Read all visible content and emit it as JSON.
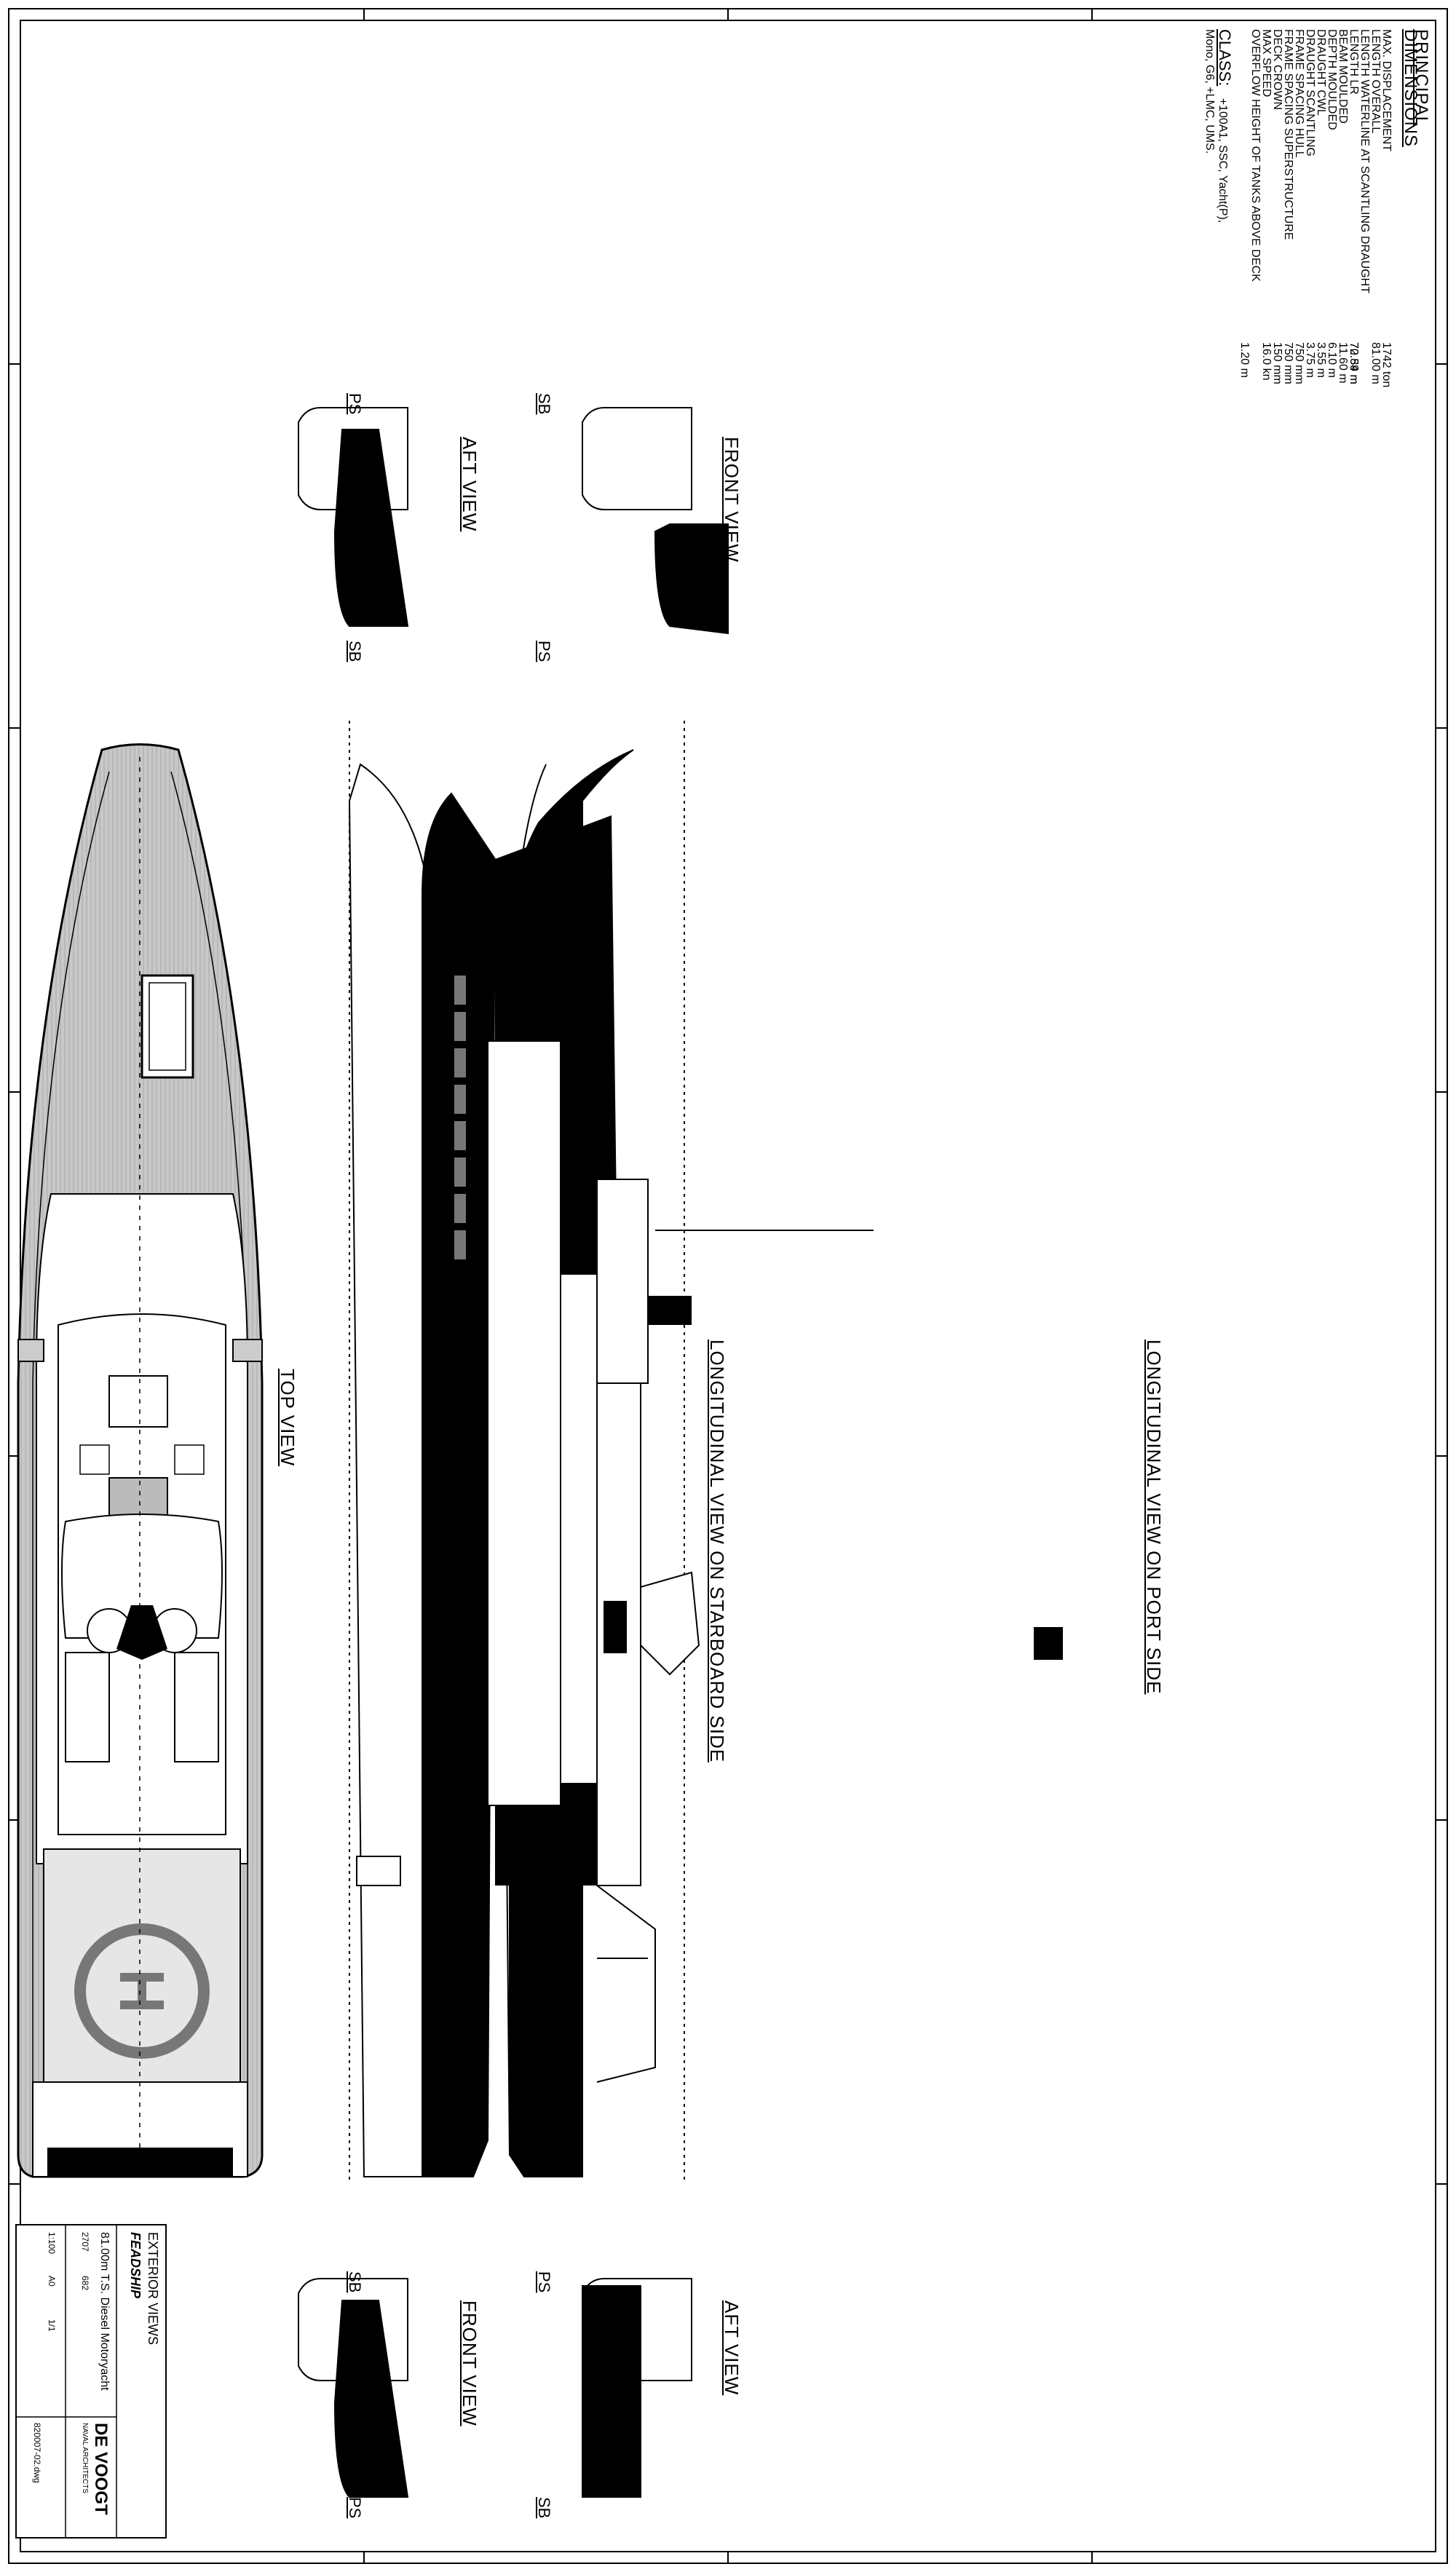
{
  "labels": {
    "top_view": "TOP VIEW",
    "starboard": "LONGITUDINAL VIEW ON STARBOARD SIDE",
    "port": "LONGITUDINAL VIEW ON PORT SIDE",
    "front_view": "FRONT VIEW",
    "aft_view": "AFT VIEW",
    "ps": "PS",
    "sb": "SB"
  },
  "dims": {
    "heading": "PRINCIPAL DIMENSIONS",
    "rows": [
      {
        "label": "MAX. DISPLACEMENT",
        "value": "1742 ton"
      },
      {
        "label": "LENGTH OVERALL",
        "value": "81.00 m"
      },
      {
        "label": "LENGTH WATERLINE AT SCANTLING DRAUGHT",
        "value": "72.84 m"
      },
      {
        "label": "LENGTH LR",
        "value": "70.59 m"
      },
      {
        "label": "BEAM MOULDED",
        "value": "11.60 m"
      },
      {
        "label": "DEPTH MOULDED",
        "value": "6.10 m"
      },
      {
        "label": "DRAUGHT CWL",
        "value": "3.55 m"
      },
      {
        "label": "DRAUGHT SCANTLING",
        "value": "3.75 m"
      },
      {
        "label": "FRAME SPACING HULL",
        "value": "750 mm"
      },
      {
        "label": "FRAME SPACING SUPERSTRUCTURE",
        "value": "750 mm"
      },
      {
        "label": "DECK CROWN",
        "value": "150 mm"
      },
      {
        "label": "MAX SPEED",
        "value": "16.0 kn"
      },
      {
        "label": "OVERFLOW HEIGHT OF TANKS ABOVE DECK",
        "value": "1.20 m"
      }
    ],
    "class_label": "CLASS:",
    "class_text": "+100A1, SSC, Yacht(P), Mono, G6, +LMC, UMS."
  },
  "title_block": {
    "drawing_title": "EXTERIOR VIEWS",
    "client": "FEADSHIP",
    "project": "81.00m T.S. Diesel Motoryacht",
    "yard": "2707",
    "yard_no": "682",
    "scale": "1:100",
    "size": "A0",
    "sheet": "1/1",
    "company": "DE VOOGT",
    "company_sub": "NAVAL ARCHITECTS",
    "drawing_no": "820007-02.dwg"
  },
  "accents": {
    "ink": "#000000",
    "deck": "#bdbdbd",
    "window": "#7d7d7d"
  }
}
